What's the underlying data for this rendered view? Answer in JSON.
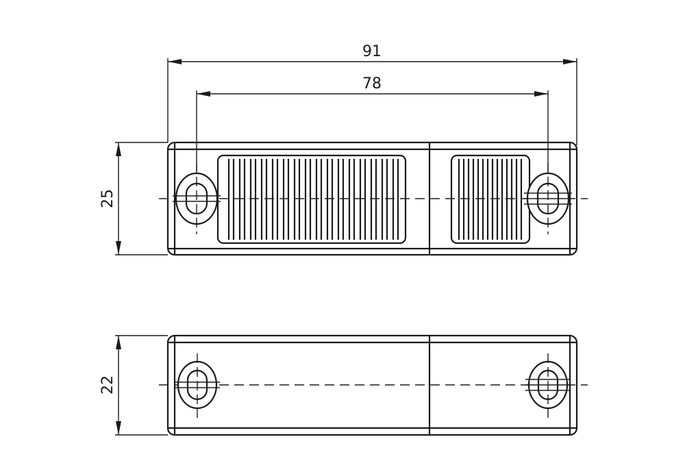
{
  "drawing": {
    "top_view": {
      "width_overall": "91",
      "hole_spacing": "78",
      "height": "25"
    },
    "side_view": {
      "height": "22"
    },
    "line_color": "#1a1a1a"
  }
}
